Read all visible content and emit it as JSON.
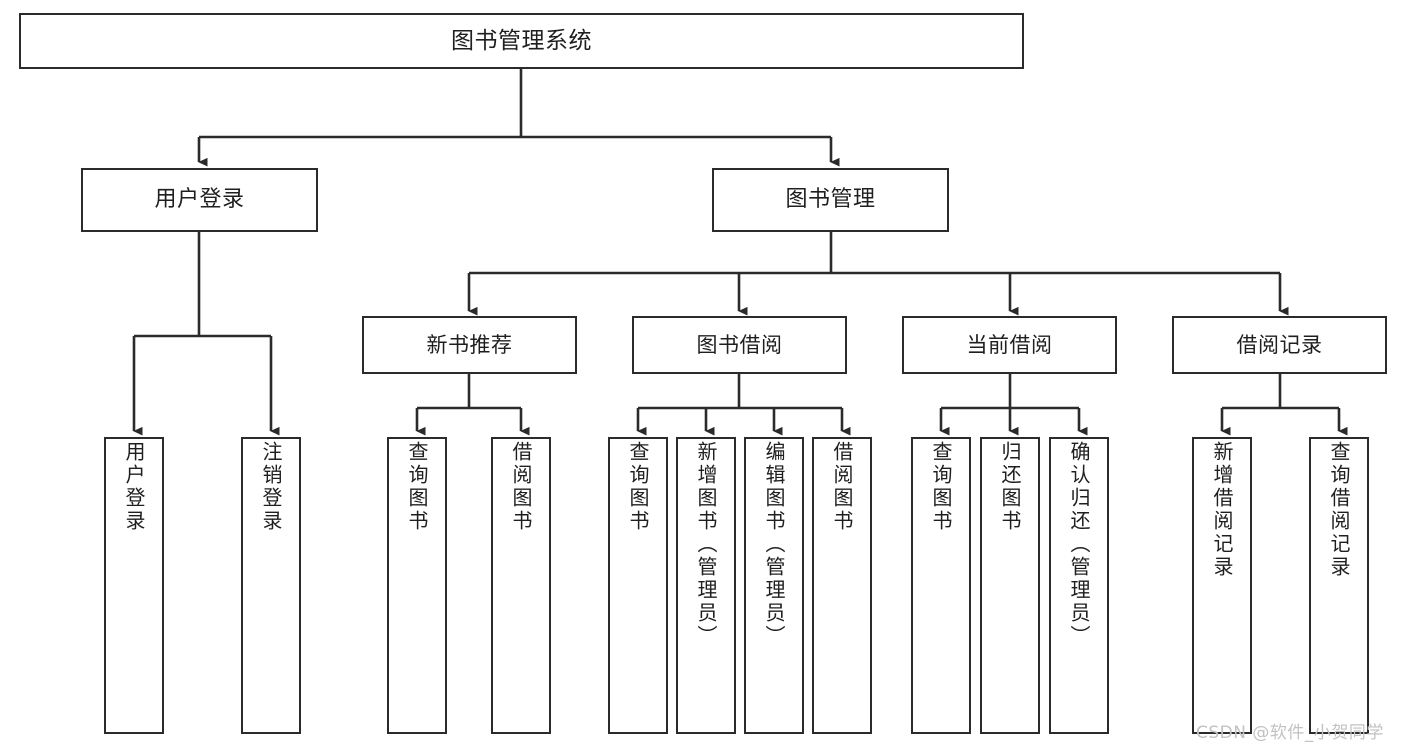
{
  "diagram": {
    "type": "hierarchy-tree",
    "orientation": "top-down",
    "background_color": "#ffffff",
    "line_color": "#2b2b2b",
    "text_color": "#1f1f1f"
  },
  "root": {
    "label": "图书管理系统"
  },
  "level1": [
    {
      "label": "用户登录"
    },
    {
      "label": "图书管理"
    }
  ],
  "level2": [
    {
      "label": "新书推荐"
    },
    {
      "label": "图书借阅"
    },
    {
      "label": "当前借阅"
    },
    {
      "label": "借阅记录"
    }
  ],
  "leaves": {
    "user_login": [
      {
        "label": "用户登录"
      },
      {
        "label": "注销登录"
      }
    ],
    "new_book_recommend": [
      {
        "label": "查询图书"
      },
      {
        "label": "借阅图书"
      }
    ],
    "book_borrow": [
      {
        "label": "查询图书"
      },
      {
        "label": "新增图书（管理员）"
      },
      {
        "label": "编辑图书（管理员）"
      },
      {
        "label": "借阅图书"
      }
    ],
    "current_borrow": [
      {
        "label": "查询图书"
      },
      {
        "label": "归还图书"
      },
      {
        "label": "确认归还（管理员）"
      }
    ],
    "borrow_record": [
      {
        "label": "新增借阅记录"
      },
      {
        "label": "查询借阅记录"
      }
    ]
  },
  "watermark": {
    "text": "CSDN @软件_小贺同学"
  }
}
